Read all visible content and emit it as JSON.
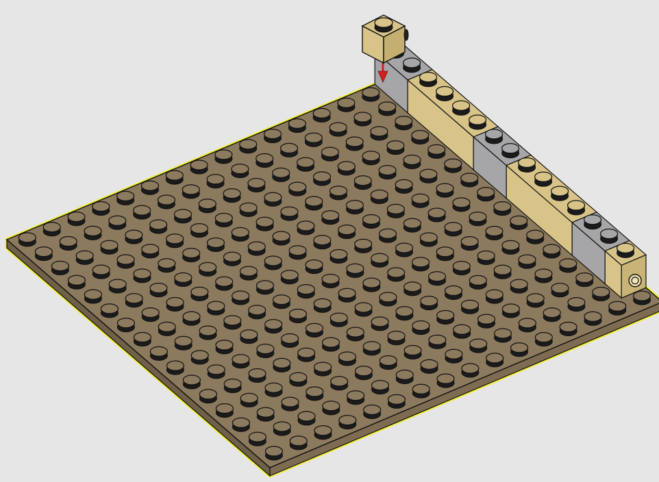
{
  "scene": {
    "subject": "lego-baseplate-building-step",
    "baseplate": {
      "studs_per_side": 16,
      "color": "#8c7a5e",
      "side_color": "#6f6048",
      "highlight": "#f2ef2a"
    },
    "back_wall": {
      "bricks": [
        {
          "color_name": "light-gray",
          "length": 2
        },
        {
          "color_name": "tan",
          "length": 4
        },
        {
          "color_name": "light-gray",
          "length": 2
        },
        {
          "color_name": "tan",
          "length": 4
        },
        {
          "color_name": "light-gray",
          "length": 2
        },
        {
          "color_name": "tan",
          "length": 1
        }
      ]
    },
    "new_part": {
      "color_name": "tan",
      "size": "1x1"
    },
    "arrow": {
      "color": "#d22020",
      "direction": "down"
    },
    "colors": {
      "background": "#e6e6e6",
      "tan": "#d8c489",
      "light-gray": "#a6a6a8",
      "outline": "#111111"
    }
  }
}
